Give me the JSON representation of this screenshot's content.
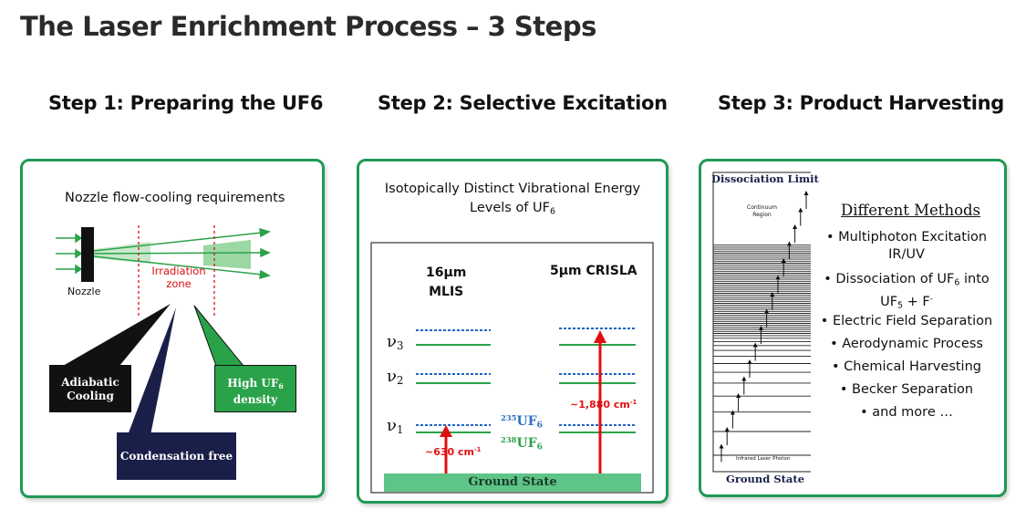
{
  "page": {
    "title": "The Laser Enrichment Process – 3 Steps"
  },
  "steps": [
    {
      "heading": "Step 1: Preparing the UF6"
    },
    {
      "heading": "Step 2: Selective Excitation"
    },
    {
      "heading": "Step 3: Product Harvesting"
    }
  ],
  "step1": {
    "subtitle": "Nozzle flow-cooling requirements",
    "nozzle_label": "Nozzle",
    "irradiation_label_line1": "Irradiation",
    "irradiation_label_line2": "zone",
    "callout_adiabatic_line1": "Adiabatic",
    "callout_adiabatic_line2": "Cooling",
    "callout_condensation": "Condensation free",
    "callout_density_prefix": "High UF",
    "callout_density_sub": "6",
    "callout_density_line2": "density",
    "colors": {
      "callout_black": "#111111",
      "callout_navy": "#1a1f4a",
      "callout_green": "#2aa24a",
      "flow_arrow": "#2aa24a",
      "irradiation_red": "#d11"
    }
  },
  "step2": {
    "subtitle_line1": "Isotopically Distinct Vibrational Energy",
    "subtitle_line2_prefix": "Levels of UF",
    "subtitle_line2_sub": "6",
    "mlis_line1": "16µm",
    "mlis_line2": "MLIS",
    "crisla_label": "5µm CRISLA",
    "levels": [
      {
        "symbol": "ν",
        "index": "3"
      },
      {
        "symbol": "ν",
        "index": "2"
      },
      {
        "symbol": "ν",
        "index": "1"
      }
    ],
    "mlis_energy": "~630 cm",
    "mlis_energy_sup": "-1",
    "crisla_energy": "~1,880 cm",
    "crisla_energy_sup": "-1",
    "isotope_235_mass": "235",
    "isotope_235_formula": "UF",
    "isotope_235_sub": "6",
    "isotope_238_mass": "238",
    "isotope_238_formula": "UF",
    "isotope_238_sub": "6",
    "ground_state": "Ground State",
    "colors": {
      "dotted_level": "#1e63c6",
      "solid_level": "#2aa24a",
      "arrow": "#e01010",
      "ground_bar": "#5ec487",
      "isotope_235": "#2a6fc4",
      "isotope_238": "#2aa24a"
    }
  },
  "step3": {
    "dissociation_limit": "Dissociation Limit",
    "continuum_line1": "Continuum",
    "continuum_line2": "Region",
    "infrared_photon": "Infrared Laser Photon",
    "ground_state": "Ground State",
    "methods_heading": "Different Methods",
    "methods": [
      {
        "line1": "• Multiphoton Excitation",
        "line2": "IR/UV"
      },
      {
        "line1_prefix": "• Dissociation of UF",
        "line1_sub": "6",
        "line1_suffix": " into",
        "line2_prefix": "UF",
        "line2_sub": "5",
        "line2_mid": " + F",
        "line2_sup": "-"
      },
      {
        "line1": "• Electric Field Separation"
      },
      {
        "line1": "• Aerodynamic Process"
      },
      {
        "line1": "• Chemical Harvesting"
      },
      {
        "line1": "• Becker Separation"
      },
      {
        "line1": "• and more …"
      }
    ]
  }
}
